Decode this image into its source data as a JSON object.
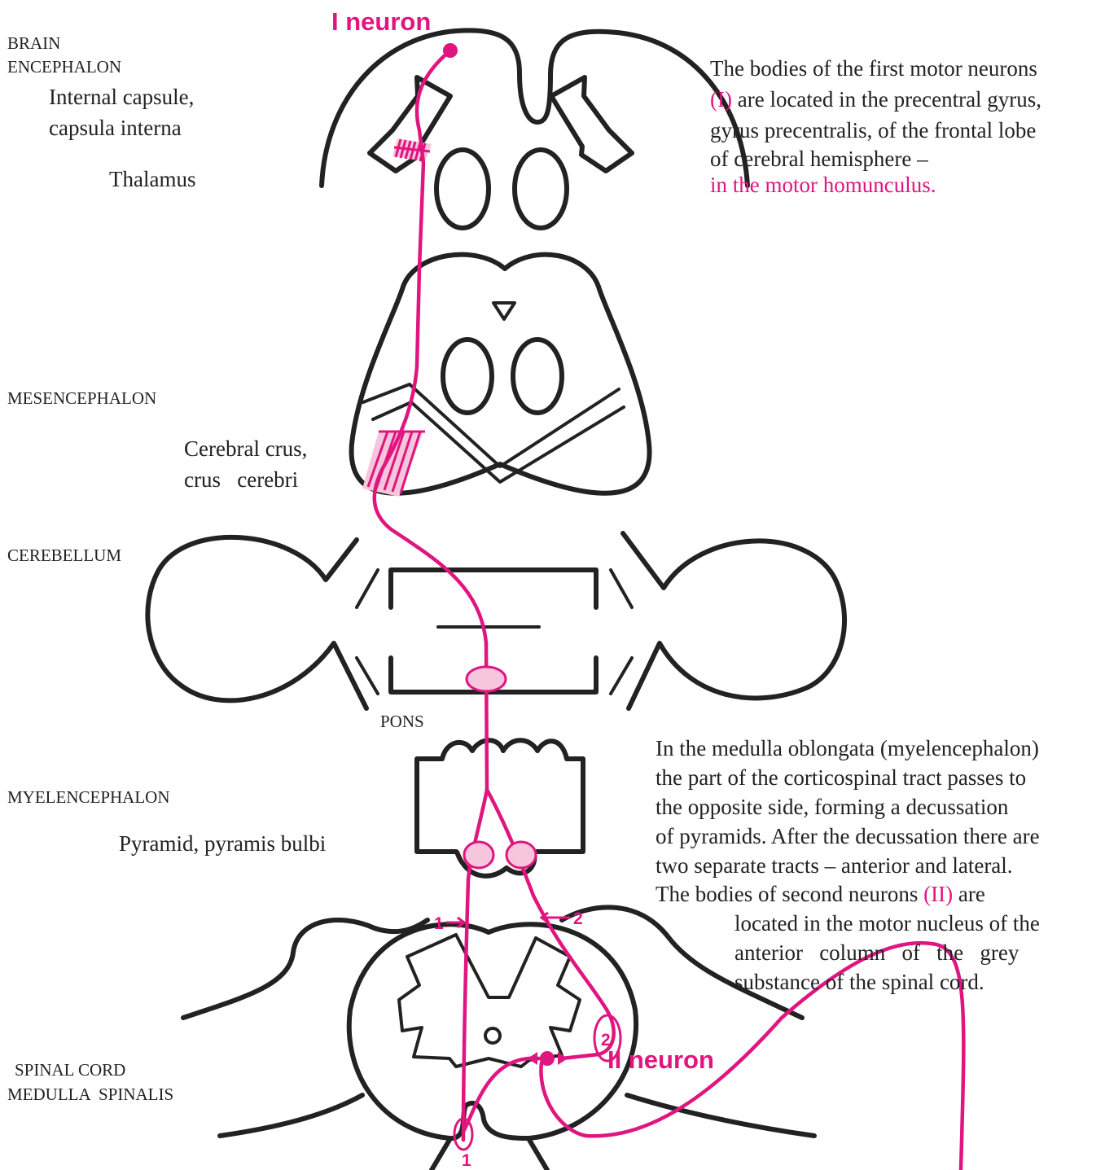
{
  "colors": {
    "tract": "#e0157f",
    "outline": "#222222",
    "fill_pink": "#f6c6dd"
  },
  "neurons": {
    "first": "I neuron",
    "second": "II neuron"
  },
  "labels": {
    "brain": "BRAIN",
    "encephalon": "ENCEPHALON",
    "internal_capsule_1": "Internal capsule,",
    "internal_capsule_2": "capsula interna",
    "thalamus": "Thalamus",
    "mesencephalon": "MESENCEPHALON",
    "crus_1": "Cerebral crus,",
    "crus_2": "crus   cerebri",
    "cerebellum": "CEREBELLUM",
    "pons": "PONS",
    "myelencephalon": "MYELENCEPHALON",
    "pyramid": "Pyramid, pyramis bulbi",
    "spinal_cord": "SPINAL CORD",
    "medulla_spinalis": "MEDULLA  SPINALIS"
  },
  "markers": {
    "one": "1",
    "two": "2"
  },
  "text_top": {
    "line1": "The bodies of the first motor neurons",
    "line2_pink": "(I)",
    "line2_rest": " are located in the precentral gyrus,",
    "line3": "gyrus precentralis, of the frontal lobe",
    "line4": "of cerebral hemisphere –",
    "line5_pink": "in the motor homunculus."
  },
  "text_bottom": {
    "line1": "In the medulla oblongata (myelencephalon)",
    "line2": "the part of the corticospinal tract passes to",
    "line3": "the opposite side, forming a decussation",
    "line4": "of pyramids. After the decussation there are",
    "line5": "two separate tracts – anterior and lateral.",
    "line6_start": "The bodies of second neurons ",
    "line6_pink": "(II)",
    "line6_end": " are",
    "line7": "located in the motor nucleus of the",
    "line8": "anterior   column   of   the   grey",
    "line9": "substance of the spinal cord."
  }
}
